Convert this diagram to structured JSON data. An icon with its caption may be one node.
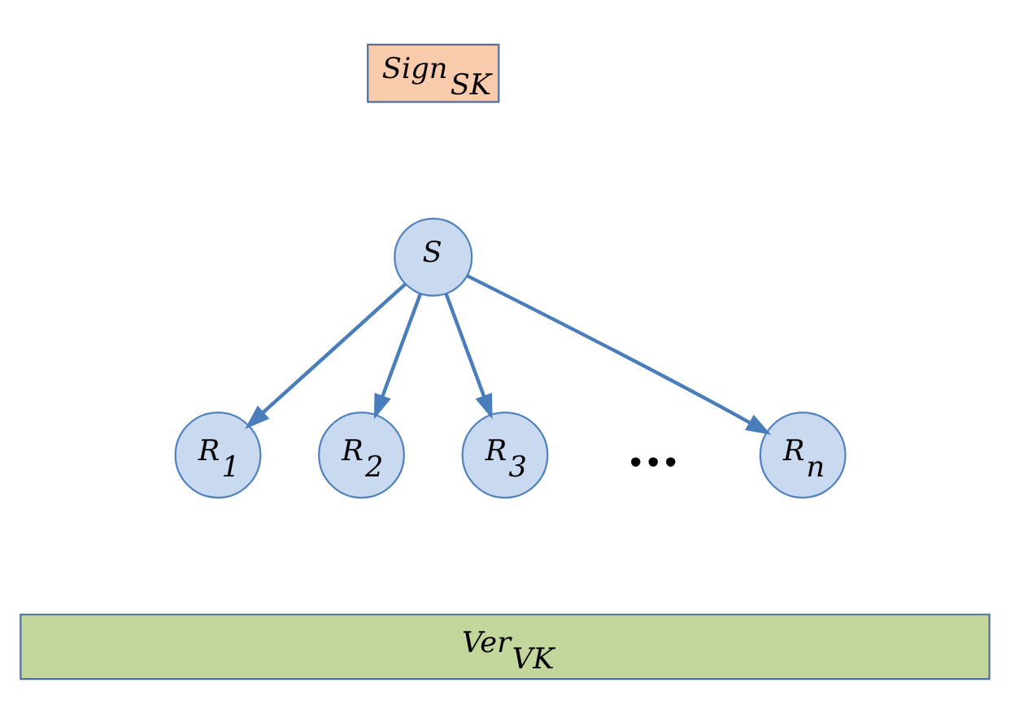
{
  "diagram": {
    "nodes": [
      {
        "text": [
          "Sign$_{SK}$"
        ]
      },
      {
        "text": [
          "S"
        ]
      },
      {
        "text": [
          "R$_{1}$"
        ]
      },
      {
        "text": [
          "R$_{2}$"
        ]
      },
      {
        "text": [
          "R$_{3}$"
        ]
      },
      {
        "text": [
          "R$_{n}$"
        ]
      },
      {
        "text": [
          "Ver$_{VK}$"
        ]
      }
    ],
    "edges": [
      {
        "from": 1,
        "to": 2,
        "arrow": "to"
      },
      {
        "from": 1,
        "to": 3,
        "arrow": "to"
      },
      {
        "from": 1,
        "to": 4,
        "arrow": "to"
      },
      {
        "from": 1,
        "to": 5,
        "arrow": "to"
      }
    ],
    "labels": [
      "..."
    ]
  }
}
